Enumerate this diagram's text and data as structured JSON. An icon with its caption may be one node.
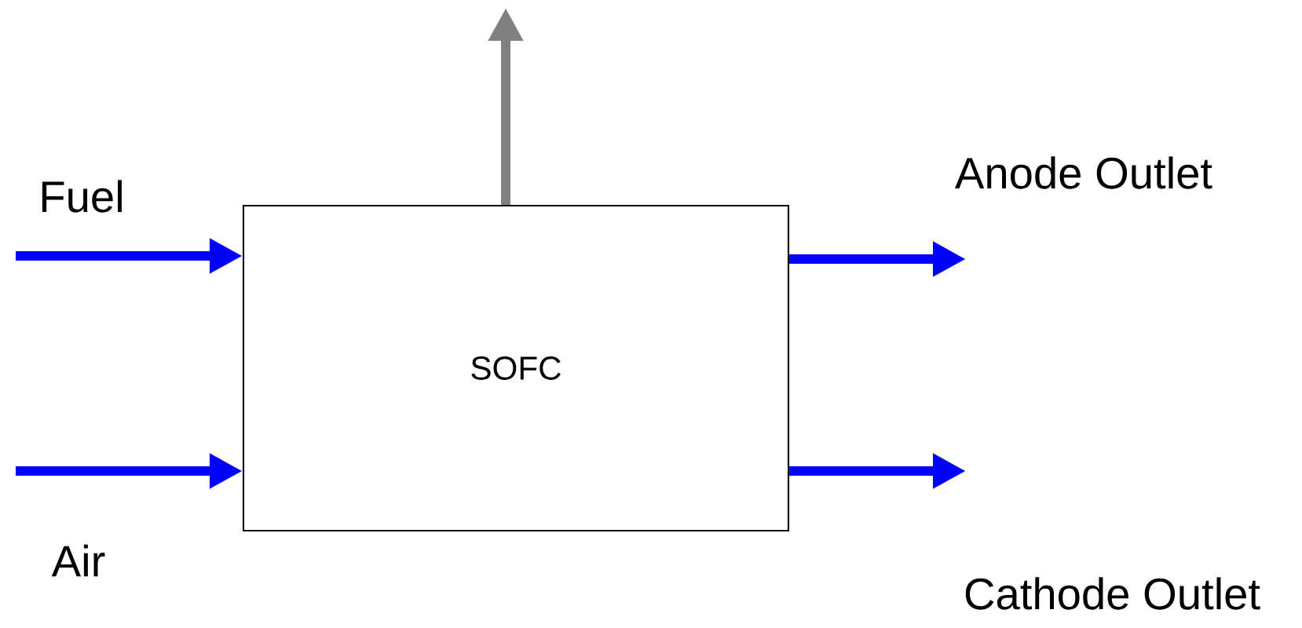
{
  "diagram": {
    "nodes": [
      {
        "text": [
          "SOFC"
        ]
      },
      {
        "text": [
          "Fuel"
        ]
      },
      {
        "text": [
          "Air"
        ]
      },
      {
        "text": [
          "Anode Outlet"
        ]
      },
      {
        "text": [
          "Cathode Outlet"
        ]
      }
    ],
    "edges": [
      {
        "from": 1,
        "to": 0,
        "arrow": "to"
      },
      {
        "from": 2,
        "to": 0,
        "arrow": "to"
      },
      {
        "from": 0,
        "to": null,
        "arrow": "to",
        "color": "#808080"
      },
      {
        "from": 0,
        "to": 3,
        "arrow": "to"
      },
      {
        "from": 0,
        "to": 4,
        "arrow": "to"
      }
    ]
  }
}
